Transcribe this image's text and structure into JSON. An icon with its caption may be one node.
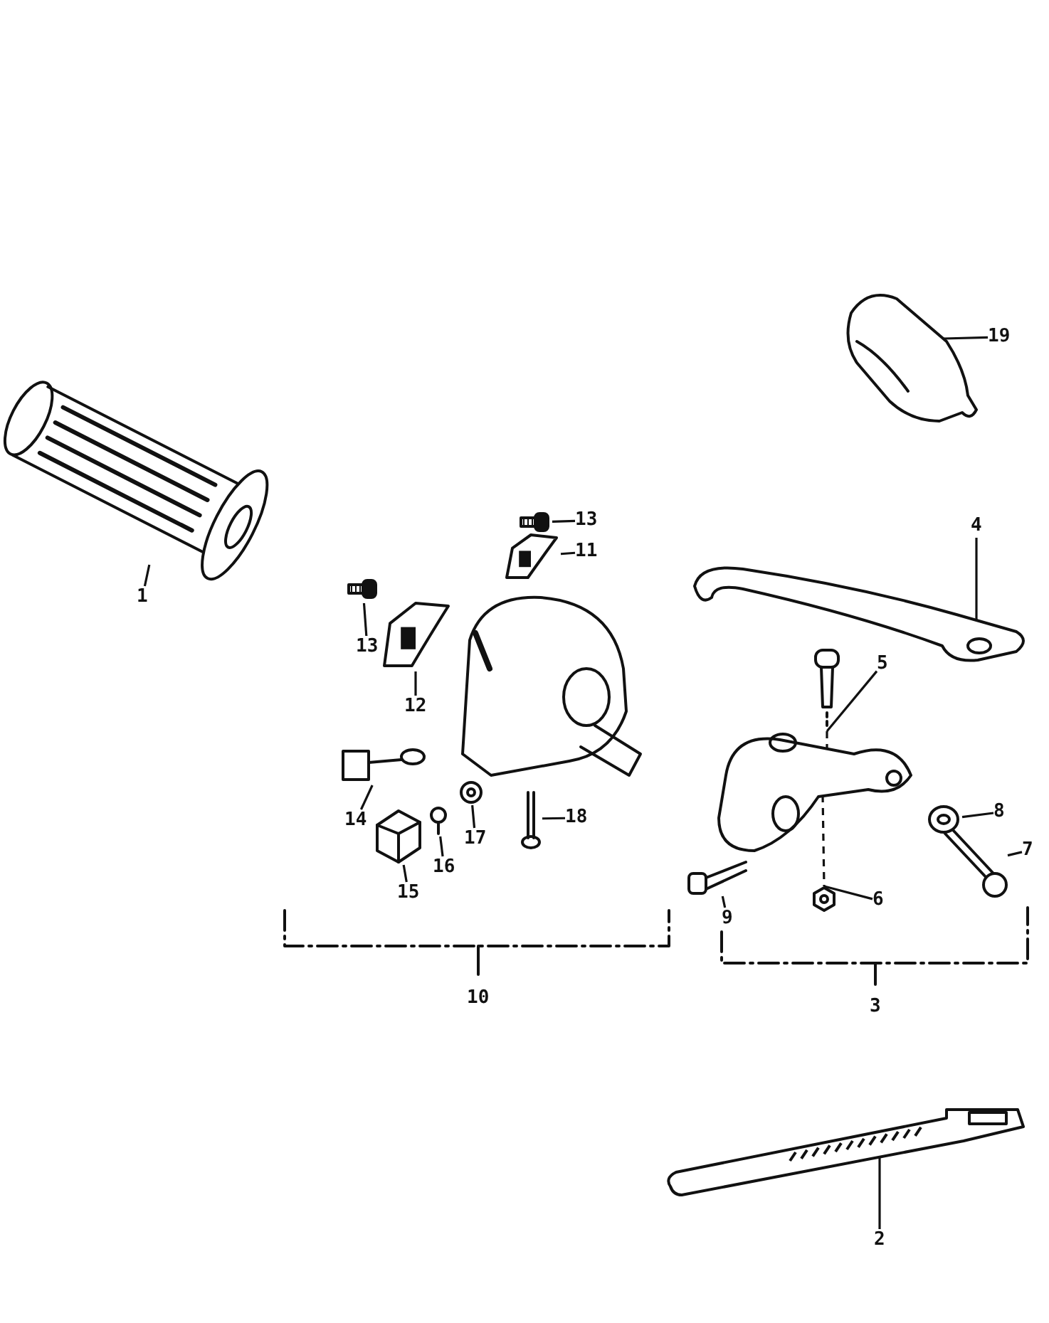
{
  "diagram": {
    "nodes": [
      {
        "text": [
          "1"
        ]
      },
      {
        "text": [
          "19"
        ]
      },
      {
        "text": [
          "13"
        ]
      },
      {
        "text": [
          "11"
        ]
      },
      {
        "text": [
          "4"
        ]
      },
      {
        "text": [
          "13"
        ]
      },
      {
        "text": [
          "12"
        ]
      },
      {
        "text": [
          "5"
        ]
      },
      {
        "text": [
          "14"
        ]
      },
      {
        "text": [
          "8"
        ]
      },
      {
        "text": [
          "18"
        ]
      },
      {
        "text": [
          "17"
        ]
      },
      {
        "text": [
          "16"
        ]
      },
      {
        "text": [
          "7"
        ]
      },
      {
        "text": [
          "15"
        ]
      },
      {
        "text": [
          "9"
        ]
      },
      {
        "text": [
          "6"
        ]
      },
      {
        "text": [
          "2"
        ]
      },
      {
        "text": [],
        "shape": "picture"
      },
      {
        "text": [],
        "shape": "picture"
      },
      {
        "text": [],
        "shape": "picture"
      },
      {
        "text": [],
        "shape": "picture"
      },
      {
        "text": [],
        "shape": "picture"
      },
      {
        "text": [],
        "shape": "picture"
      },
      {
        "text": [],
        "shape": "picture"
      },
      {
        "text": [],
        "shape": "picture"
      },
      {
        "text": [],
        "shape": "picture"
      },
      {
        "text": [],
        "shape": "picture"
      },
      {
        "text": [],
        "shape": "picture"
      },
      {
        "text": [],
        "shape": "picture"
      },
      {
        "text": [],
        "shape": "picture"
      },
      {
        "text": [],
        "shape": "picture"
      },
      {
        "text": [],
        "shape": "picture"
      },
      {
        "text": [],
        "shape": "picture"
      },
      {
        "text": [],
        "shape": "picture"
      },
      {
        "text": [],
        "shape": "picture"
      },
      {
        "text": [],
        "shape": "picture"
      }
    ],
    "edges": [
      {
        "from": 0,
        "to": 18,
        "arrow": "none"
      },
      {
        "from": 1,
        "to": 19,
        "arrow": "none"
      },
      {
        "from": 2,
        "to": 20,
        "arrow": "none"
      },
      {
        "from": 3,
        "to": 21,
        "arrow": "none"
      },
      {
        "from": 4,
        "to": 22,
        "arrow": "none"
      },
      {
        "from": 5,
        "to": 23,
        "arrow": "none"
      },
      {
        "from": 6,
        "to": 24,
        "arrow": "none"
      },
      {
        "from": 7,
        "to": 25,
        "arrow": "none"
      },
      {
        "from": 8,
        "to": 26,
        "arrow": "none"
      },
      {
        "from": 9,
        "to": 27,
        "arrow": "none"
      },
      {
        "from": 10,
        "to": 28,
        "arrow": "none"
      },
      {
        "from": 11,
        "to": 29,
        "arrow": "none"
      },
      {
        "from": 12,
        "to": 30,
        "arrow": "none"
      },
      {
        "from": 13,
        "to": 31,
        "arrow": "none"
      },
      {
        "from": 14,
        "to": 32,
        "arrow": "none"
      },
      {
        "from": 15,
        "to": 33,
        "arrow": "none"
      },
      {
        "from": 16,
        "to": 34,
        "arrow": "none"
      },
      {
        "from": 17,
        "to": 35,
        "arrow": "none"
      },
      {
        "from": 25,
        "to": 36,
        "arrow": "none",
        "style": "dashed"
      },
      {
        "from": 36,
        "to": 34,
        "arrow": "none",
        "style": "dashed"
      }
    ],
    "labels": [
      "10",
      "3"
    ]
  }
}
